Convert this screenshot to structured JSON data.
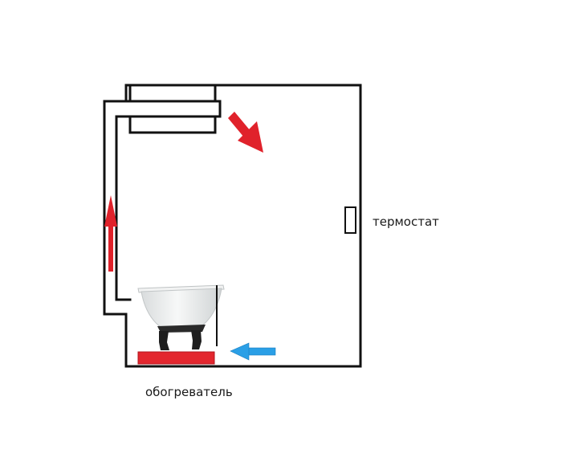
{
  "labels": {
    "thermostat": "термостат",
    "heater": "обогреватель"
  },
  "colors": {
    "line": "#111111",
    "warm_arrow": "#e0222b",
    "cool_arrow": "#2a9fe6",
    "heater": "#e3262e",
    "tub_body": "#eceeee",
    "tub_feet": "#1e1e1e"
  },
  "icons": {
    "warm_flow": "arrow-red",
    "cool_flow": "arrow-blue",
    "thermostat": "thermostat-box",
    "bathtub": "clawfoot-bathtub",
    "heater": "heater-block"
  }
}
